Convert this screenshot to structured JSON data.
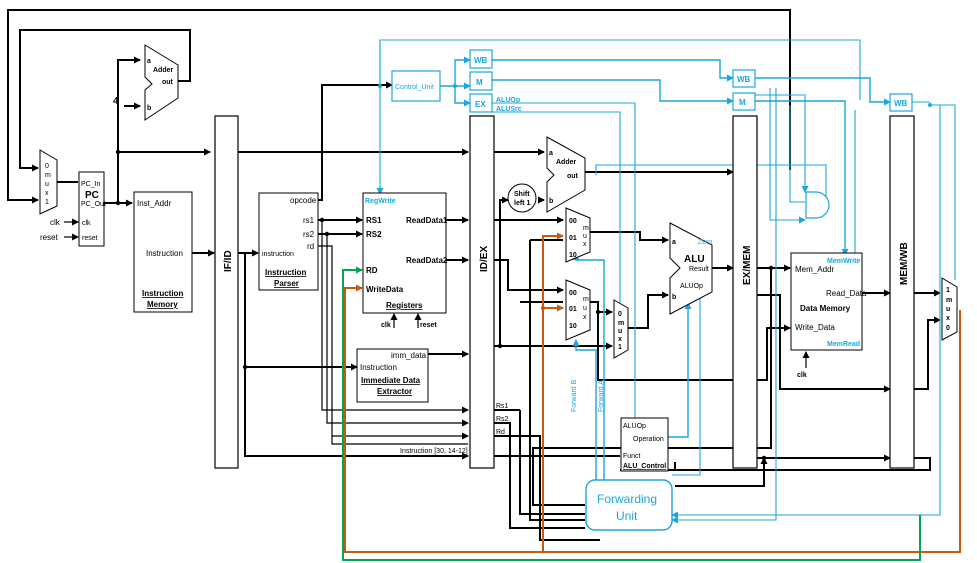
{
  "title": "",
  "pipeline_registers": {
    "ifid": "IF/ID",
    "idex": "ID/EX",
    "exmem": "EX/MEM",
    "memwb": "MEM/WB"
  },
  "pc": {
    "name": "PC",
    "in": "PC_In",
    "out": "PC_Out",
    "clk": "clk",
    "reset": "reset"
  },
  "inputs": {
    "clk": "clk",
    "reset": "reset",
    "four": "4"
  },
  "pc_mux": {
    "chars": [
      "0",
      "m",
      "u",
      "x",
      "1"
    ]
  },
  "adder1": {
    "name": "Adder",
    "a": "a",
    "b": "b",
    "out": "out"
  },
  "imem": {
    "addr": "Inst_Addr",
    "out": "Instruction",
    "name1": "Instruction",
    "name2": "Memory"
  },
  "parser": {
    "opcode": "opcode",
    "rs1": "rs1",
    "rs2": "rs2",
    "rd": "rd",
    "in": "instruction",
    "name1": "Instruction",
    "name2": "Parser"
  },
  "control": {
    "name": "Control_Unit"
  },
  "ctrl_fields": {
    "wb": "WB",
    "m": "M",
    "ex": "EX",
    "aluop": "ALUOp",
    "alusrc": "ALUSrc"
  },
  "registers": {
    "regwrite": "RegWrite",
    "rs1": "RS1",
    "rs2": "RS2",
    "rd": "RD",
    "writedata": "WriteData",
    "rd1": "ReadData1",
    "rd2": "ReadData2",
    "name": "Registers",
    "clk": "clk",
    "reset": "reset"
  },
  "imm": {
    "out": "imm_data",
    "in": "Instruction",
    "name1": "Immediate Data",
    "name2": "Extractor"
  },
  "idex_labels": {
    "rs1": "Rs1",
    "rs2": "Rs2",
    "rd": "Rd",
    "funct": "Instruction [30, 14-12]"
  },
  "shift": {
    "line1": "Shift",
    "line2": "left 1"
  },
  "adder2": {
    "name": "Adder",
    "a": "a",
    "b": "b",
    "out": "out"
  },
  "mux3a": {
    "in0": "00",
    "in1": "01",
    "in2": "10",
    "chars": [
      "m",
      "u",
      "x"
    ]
  },
  "mux3b": {
    "in0": "00",
    "in1": "01",
    "in2": "10",
    "chars": [
      "m",
      "u",
      "x"
    ]
  },
  "mux2": {
    "chars": [
      "0",
      "m",
      "u",
      "x",
      "1"
    ]
  },
  "alu": {
    "name": "ALU",
    "a": "a",
    "b": "b",
    "zero": "Zero",
    "result": "Result",
    "op": "ALUOp"
  },
  "alu_control": {
    "aluop": "ALUOp",
    "operation": "Operation",
    "funct": "Funct",
    "name": "ALU_Control"
  },
  "forwarding": {
    "line1": "Forwarding",
    "line2": "Unit",
    "fb": "Forward B",
    "fa": "Forward A"
  },
  "dmem": {
    "memwrite": "MemWrite",
    "addr": "Mem_Addr",
    "read": "Read_Data",
    "write": "Write_Data",
    "name": "Data Memory",
    "memread": "MemRead",
    "clk": "clk"
  },
  "wb_mux": {
    "chars": [
      "1",
      "m",
      "u",
      "x",
      "0"
    ]
  },
  "colors": {
    "data": "#000000",
    "control": "#1ba6dc",
    "forward_orange": "#c55a11",
    "forward_green": "#00a651"
  }
}
